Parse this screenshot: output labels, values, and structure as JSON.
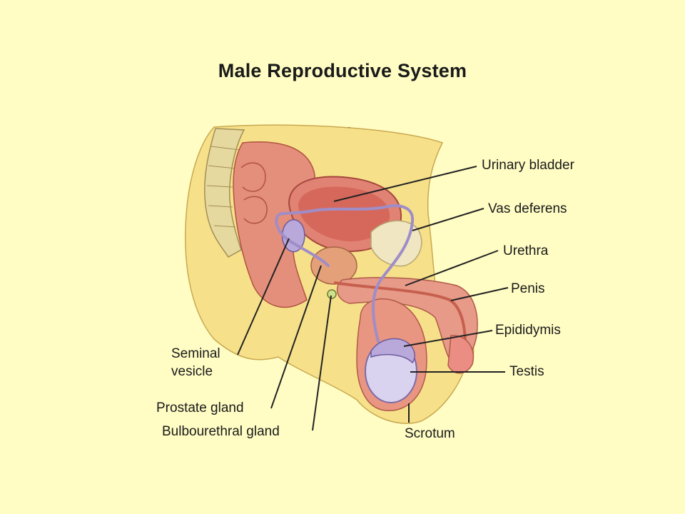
{
  "title": "Male Reproductive System",
  "subtitle": "Side View",
  "labels": {
    "urinary_bladder": "Urinary bladder",
    "vas_deferens": "Vas deferens",
    "urethra": "Urethra",
    "penis": "Penis",
    "epididymis": "Epididymis",
    "testis": "Testis",
    "scrotum": "Scrotum",
    "seminal_vesicle": "Seminal vesicle",
    "prostate_gland": "Prostate gland",
    "bulbourethral_gland": "Bulbourethral gland"
  },
  "colors": {
    "background": "#FFFDC4",
    "tissue": "#E8907E",
    "tissue_dark": "#C95A4E",
    "fat": "#F5E27A",
    "duct": "#B7A6D6",
    "testis": "#D9D2EC",
    "bone": "#E8DDA0"
  }
}
